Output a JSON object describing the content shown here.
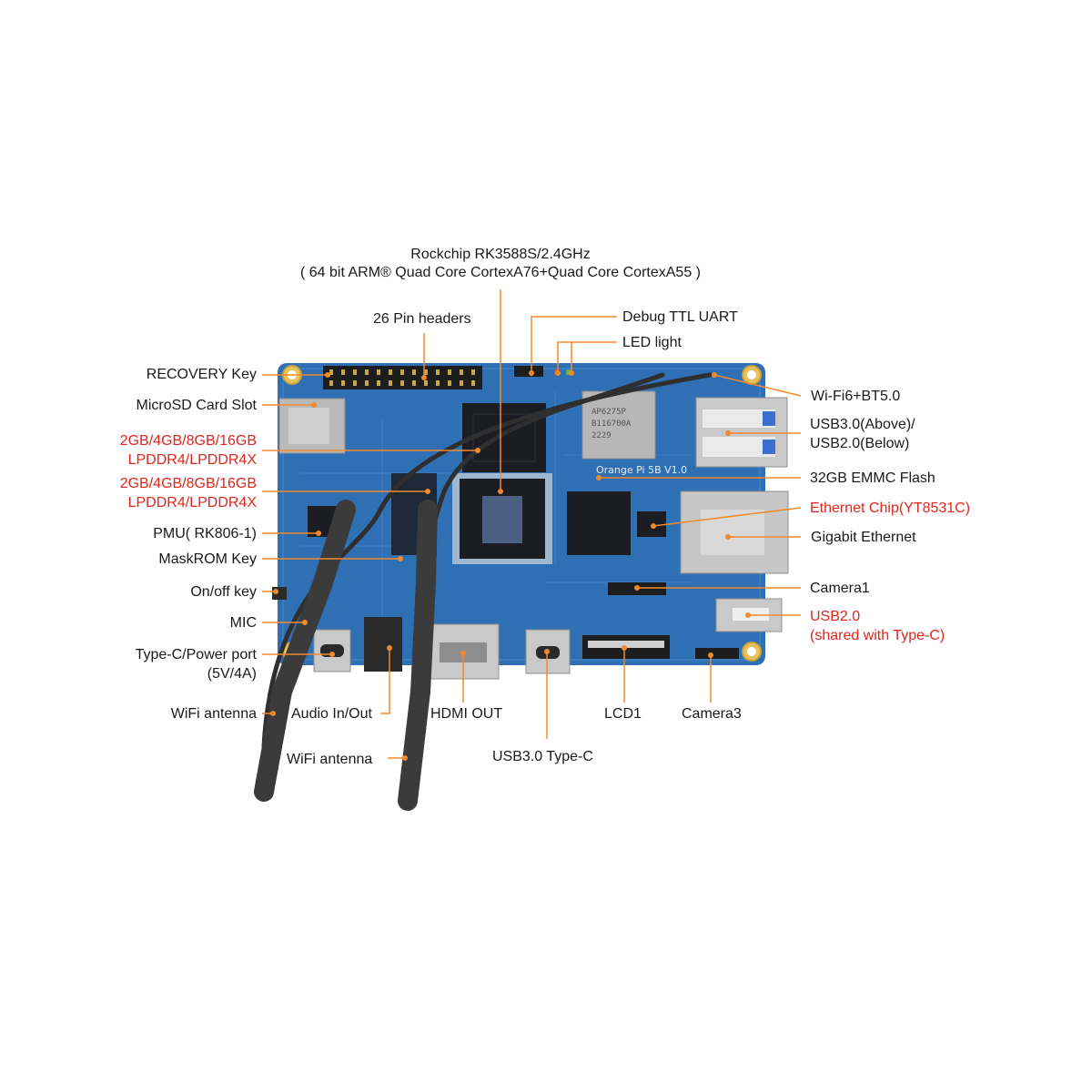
{
  "header": {
    "line1": "Rockchip RK3588S/2.4GHz",
    "line2": "( 64 bit ARM® Quad Core CortexA76+Quad Core CortexA55 )"
  },
  "labels": {
    "pin_headers": "26 Pin headers",
    "debug_uart": "Debug TTL UART",
    "led_light": "LED light",
    "recovery_key": "RECOVERY Key",
    "microsd_slot": "MicroSD Card Slot",
    "ram1_line1": "2GB/4GB/8GB/16GB",
    "ram1_line2": "LPDDR4/LPDDR4X",
    "ram2_line1": "2GB/4GB/8GB/16GB",
    "ram2_line2": "LPDDR4/LPDDR4X",
    "pmu": "PMU( RK806-1)",
    "maskrom_key": "MaskROM Key",
    "onoff_key": "On/off key",
    "mic": "MIC",
    "typec_power_line1": "Type-C/Power port",
    "typec_power_line2": "(5V/4A)",
    "wifi_antenna_left": "WiFi antenna",
    "audio": "Audio In/Out",
    "wifi_antenna_bottom": "WiFi antenna",
    "hdmi_out": "HDMI OUT",
    "usb3_typec": "USB3.0 Type-C",
    "lcd1": "LCD1",
    "camera3": "Camera3",
    "wifi_bt": "Wi-Fi6+BT5.0",
    "usb_stack_line1": "USB3.0(Above)/",
    "usb_stack_line2": "USB2.0(Below)",
    "emmc": "32GB EMMC Flash",
    "eth_chip": "Ethernet Chip(YT8531C)",
    "gigabit_eth": "Gigabit Ethernet",
    "camera1": "Camera1",
    "usb2_line1": "USB2.0",
    "usb2_line2": "(shared with Type-C)"
  },
  "board": {
    "silkscreen_brand": "Orange Pi 5B V1.0",
    "wifi_module_text": "AP6275P",
    "wifi_module_code": "B116700A",
    "wifi_module_year": "2229"
  },
  "colors": {
    "board": "#2f6fb3",
    "leader_line": "#f08a2e",
    "red_label": "#e0261c",
    "chip": "#1b1d22"
  }
}
